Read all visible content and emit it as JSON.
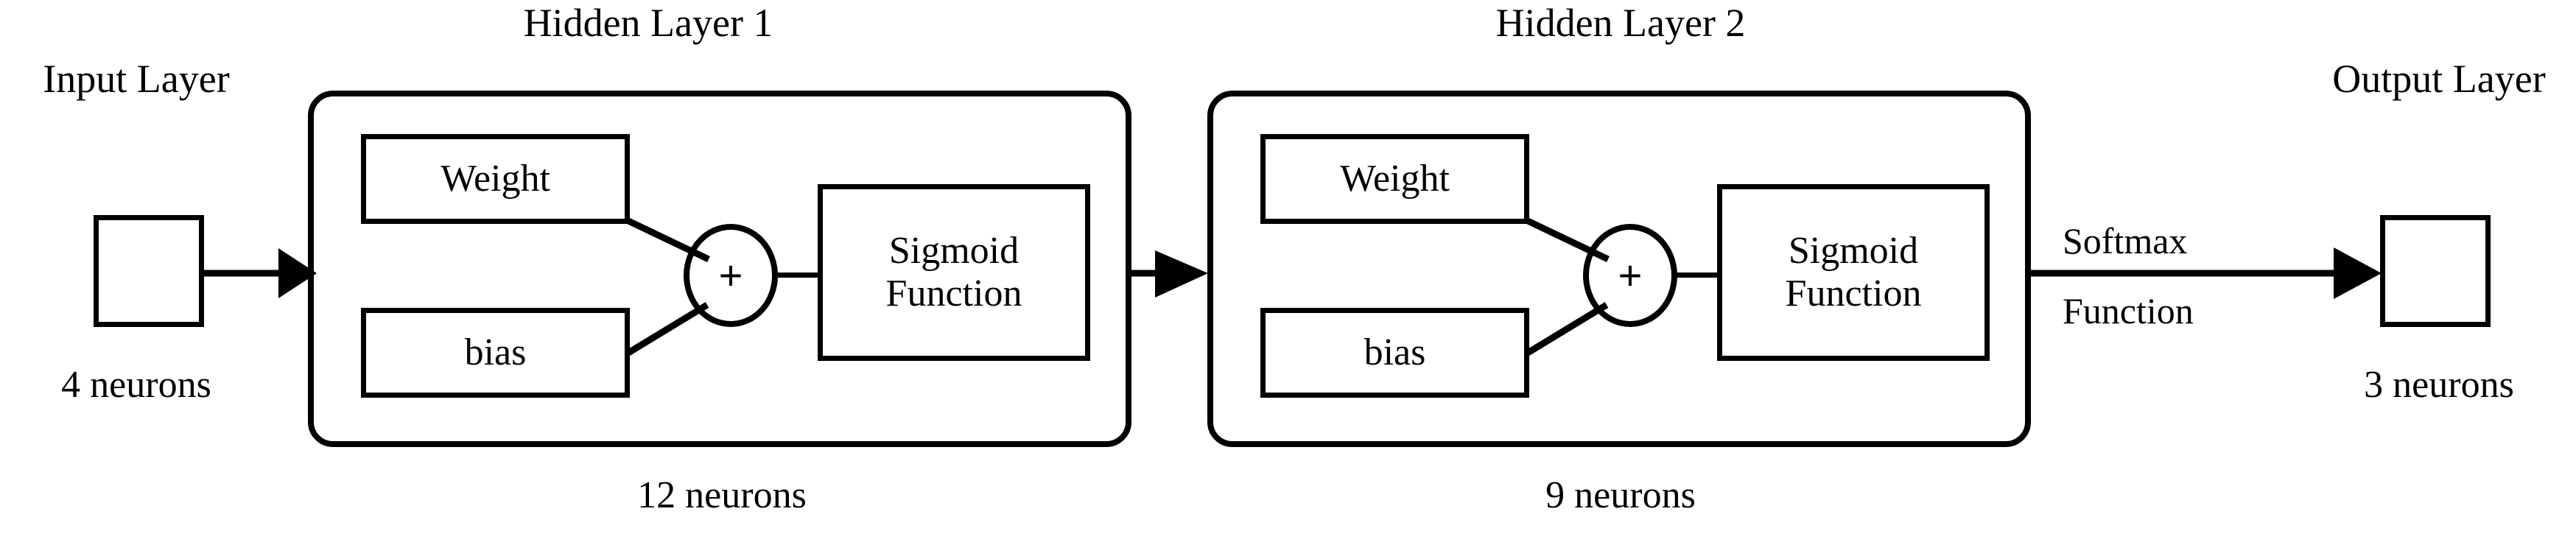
{
  "diagram": {
    "title_input": "Input Layer",
    "title_hidden1": "Hidden Layer 1",
    "title_hidden2": "Hidden Layer 2",
    "title_output": "Output Layer",
    "count_input": "4 neurons",
    "count_hidden1": "12 neurons",
    "count_hidden2": "9 neurons",
    "count_output": "3 neurons",
    "softmax_line1": "Softmax",
    "softmax_line2": "Function",
    "colors": {
      "stroke": "#000000",
      "background": "#ffffff"
    }
  },
  "hidden1": {
    "weight_label": "Weight",
    "bias_label": "bias",
    "sum_symbol": "+",
    "activation_line1": "Sigmoid",
    "activation_line2": "Function"
  },
  "hidden2": {
    "weight_label": "Weight",
    "bias_label": "bias",
    "sum_symbol": "+",
    "activation_line1": "Sigmoid",
    "activation_line2": "Function"
  }
}
